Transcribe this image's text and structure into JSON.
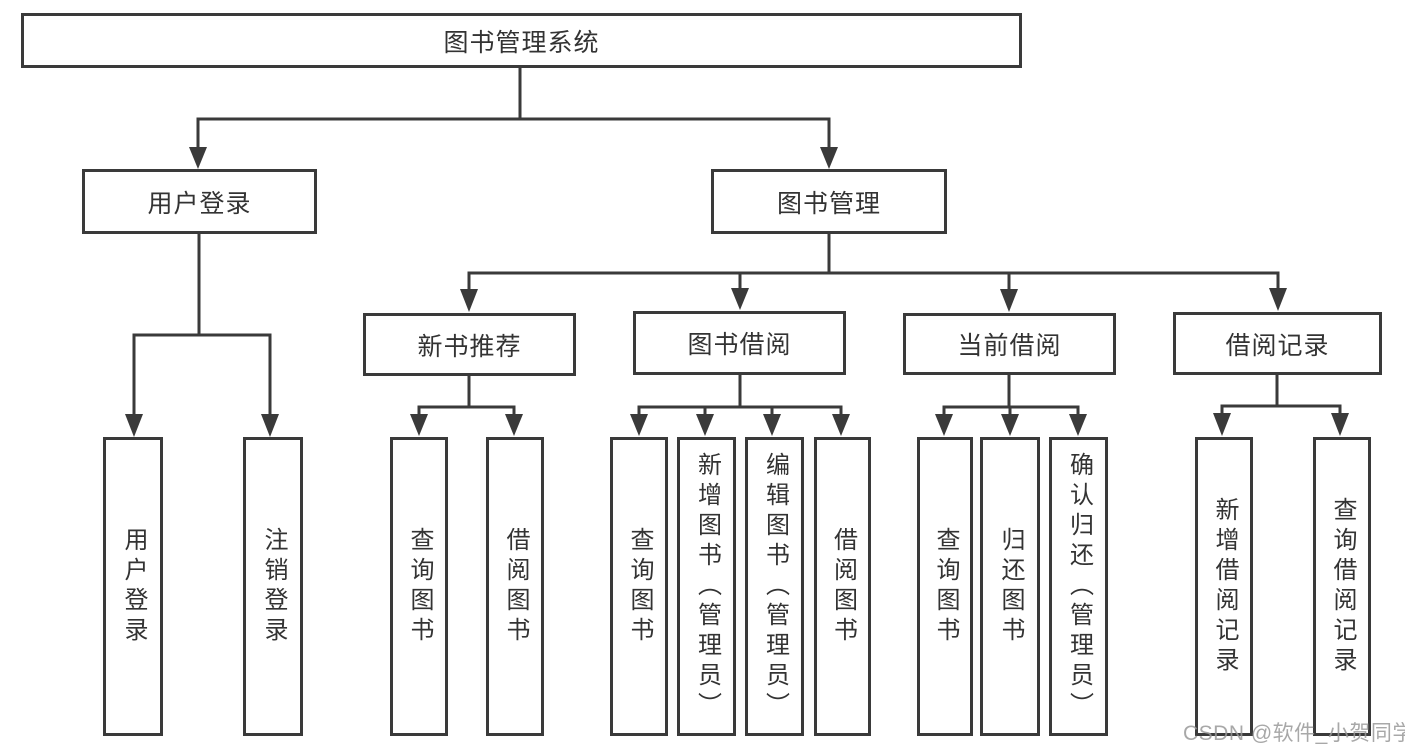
{
  "watermark": "CSDN @软件_小贺同学",
  "colors": {
    "background": "#ffffff",
    "box_border": "#3a3a3a",
    "connector_line": "#3a3a3a",
    "label_text": "#333333",
    "watermark_text": "#999999"
  },
  "tree": {
    "label": "图书管理系统",
    "children": [
      {
        "label": "用户登录",
        "children": [
          {
            "label": "用户登录"
          },
          {
            "label": "注销登录"
          }
        ]
      },
      {
        "label": "图书管理",
        "children": [
          {
            "label": "新书推荐",
            "children": [
              {
                "label": "查询图书"
              },
              {
                "label": "借阅图书"
              }
            ]
          },
          {
            "label": "图书借阅",
            "children": [
              {
                "label": "查询图书"
              },
              {
                "label": "新增图书（管理员）"
              },
              {
                "label": "编辑图书（管理员）"
              },
              {
                "label": "借阅图书"
              }
            ]
          },
          {
            "label": "当前借阅",
            "children": [
              {
                "label": "查询图书"
              },
              {
                "label": "归还图书"
              },
              {
                "label": "确认归还（管理员）"
              }
            ]
          },
          {
            "label": "借阅记录",
            "children": [
              {
                "label": "新增借阅记录"
              },
              {
                "label": "查询借阅记录"
              }
            ]
          }
        ]
      }
    ]
  }
}
